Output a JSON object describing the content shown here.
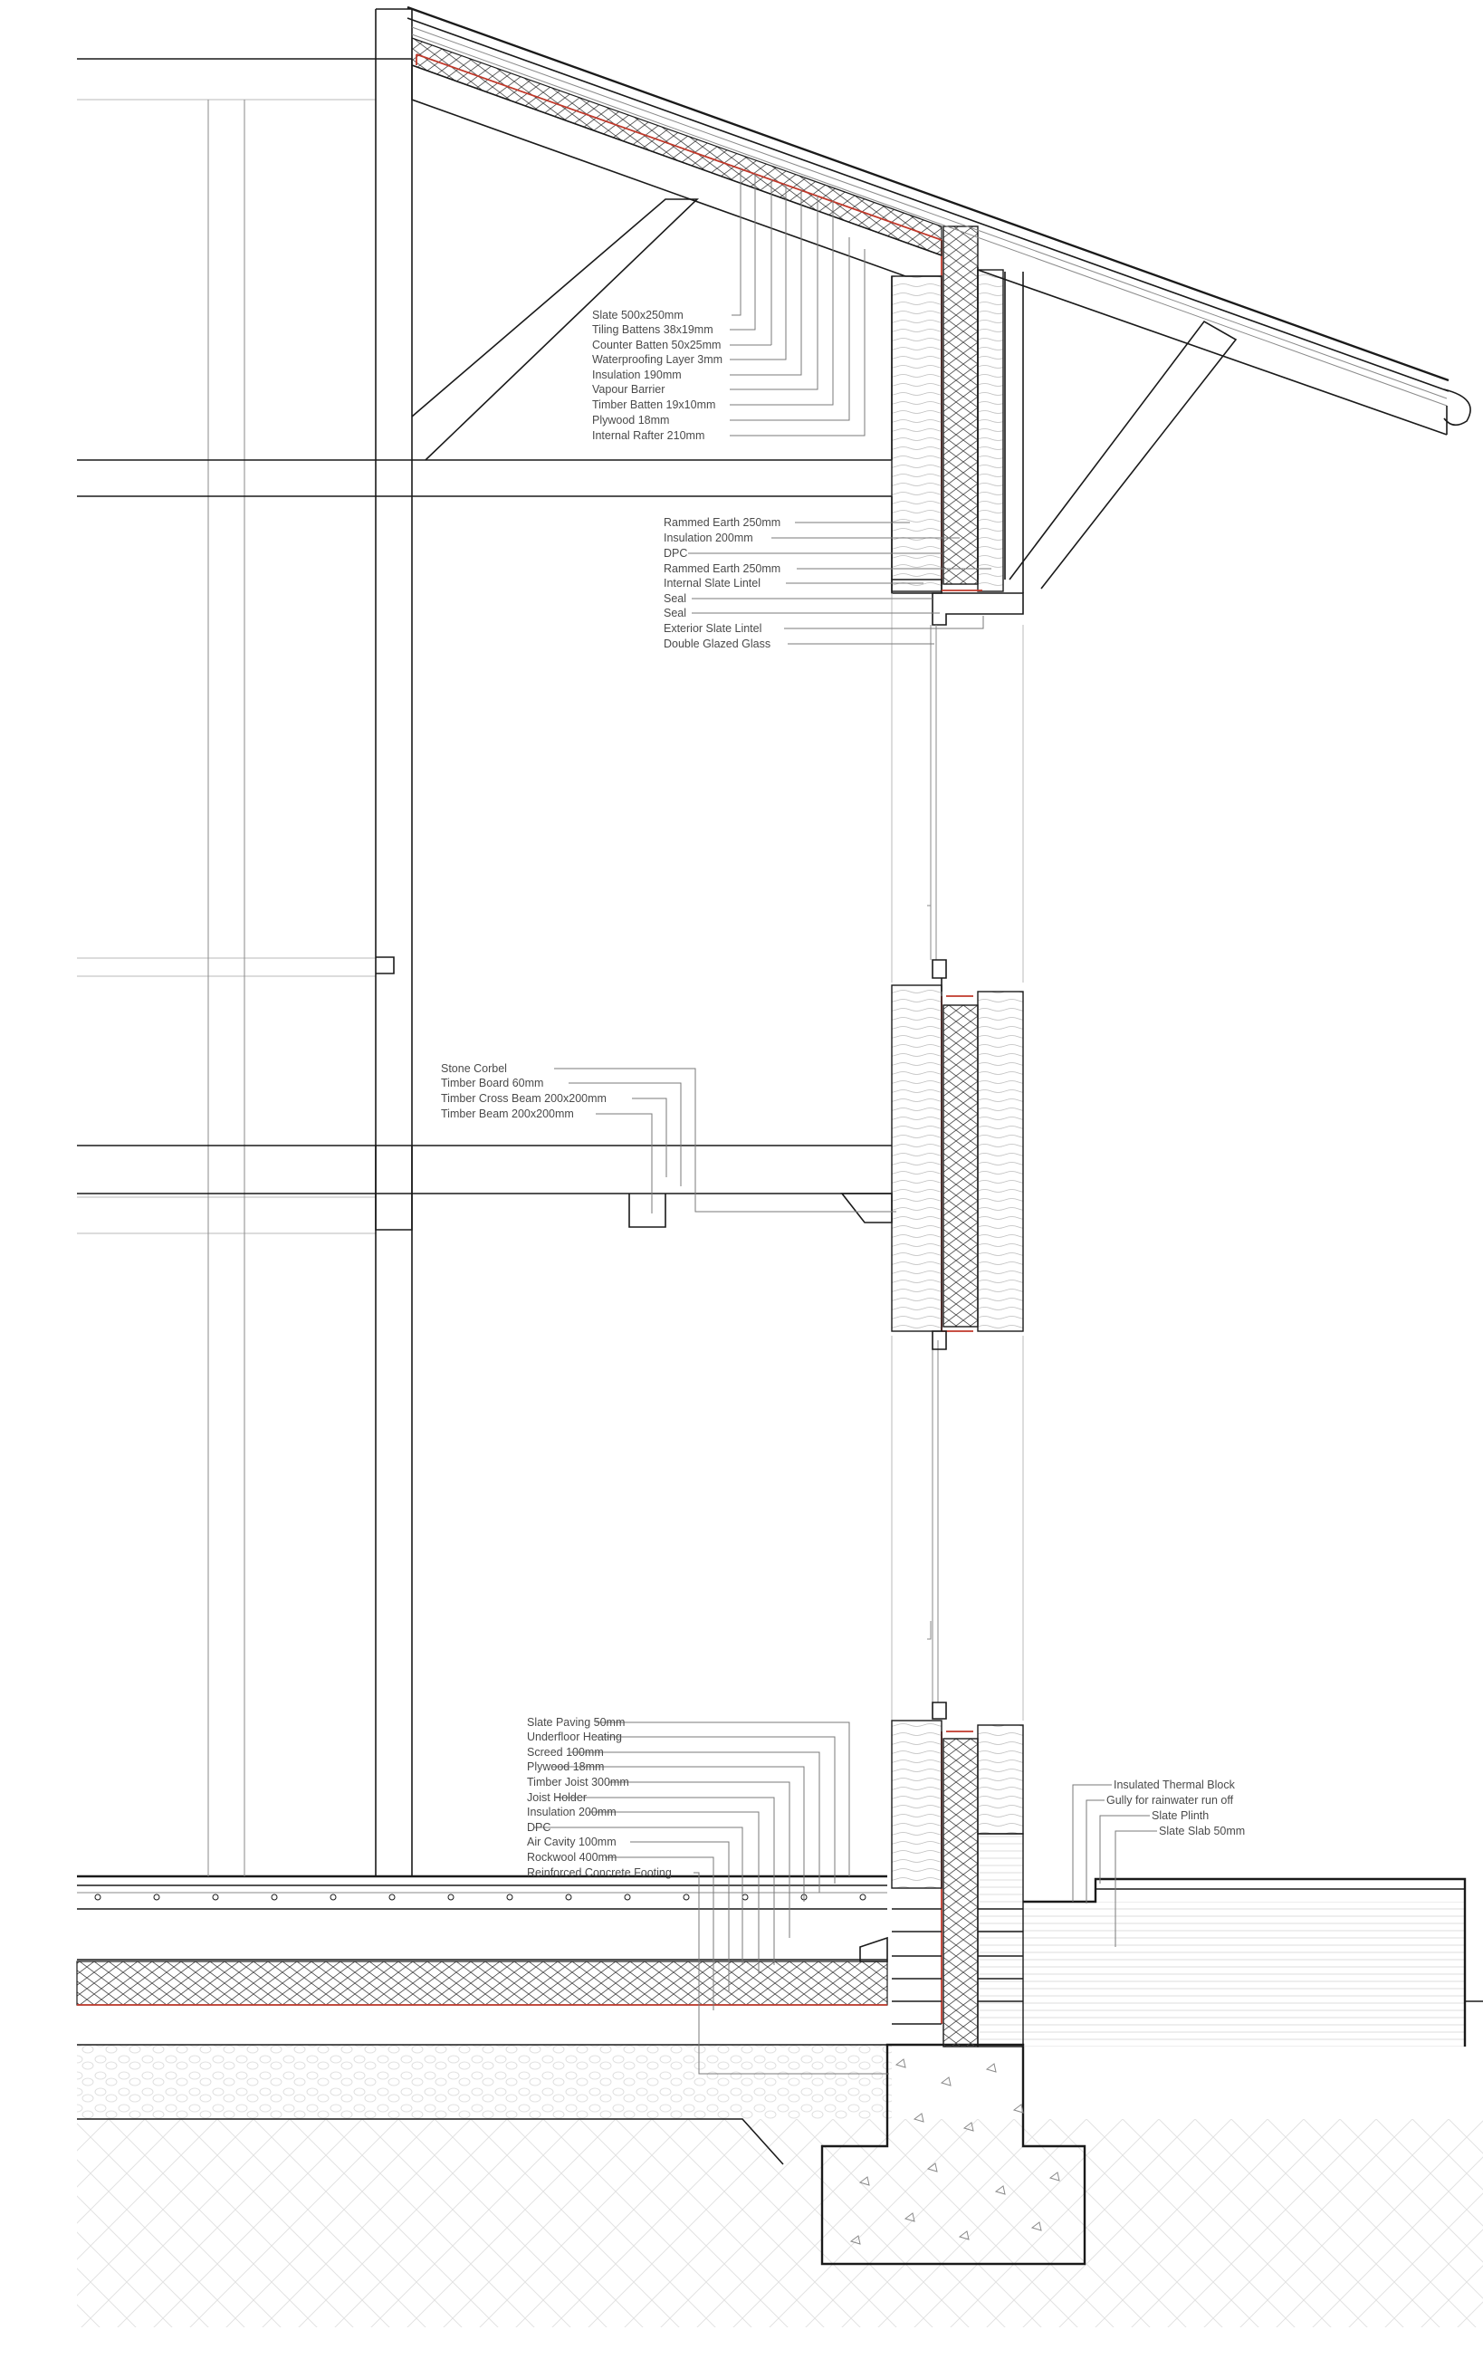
{
  "labels": {
    "roof": [
      "Slate 500x250mm",
      "Tiling Battens 38x19mm",
      "Counter Batten 50x25mm",
      "Waterproofing Layer 3mm",
      "Insulation 190mm",
      "Vapour Barrier",
      "Timber Batten 19x10mm",
      "Plywood 18mm",
      "Internal Rafter 210mm"
    ],
    "wall": [
      "Rammed Earth 250mm",
      "Insulation 200mm",
      "DPC",
      "Rammed Earth 250mm",
      "Internal Slate Lintel",
      "Seal",
      "Seal",
      "Exterior Slate Lintel",
      "Double Glazed Glass"
    ],
    "floor1": [
      "Stone Corbel",
      "Timber Board 60mm",
      "Timber Cross Beam 200x200mm",
      "Timber Beam 200x200mm"
    ],
    "ground": [
      "Slate Paving 50mm",
      "Underfloor Heating",
      "Screed 100mm",
      "Plywood 18mm",
      "Timber Joist 300mm",
      "Joist Holder",
      "Insulation 200mm",
      "DPC",
      "Air Cavity 100mm",
      "Rockwool 400mm",
      "Reinforced Concrete Footing"
    ],
    "exterior": [
      "Insulated Thermal Block",
      "Gully for rainwater run off",
      "Slate Plinth",
      "Slate Slab 50mm"
    ]
  },
  "colors": {
    "line": "#1a1a1a",
    "leader": "#7a7a7a",
    "membrane": "#c0392b",
    "label": "#4a4a4a"
  }
}
